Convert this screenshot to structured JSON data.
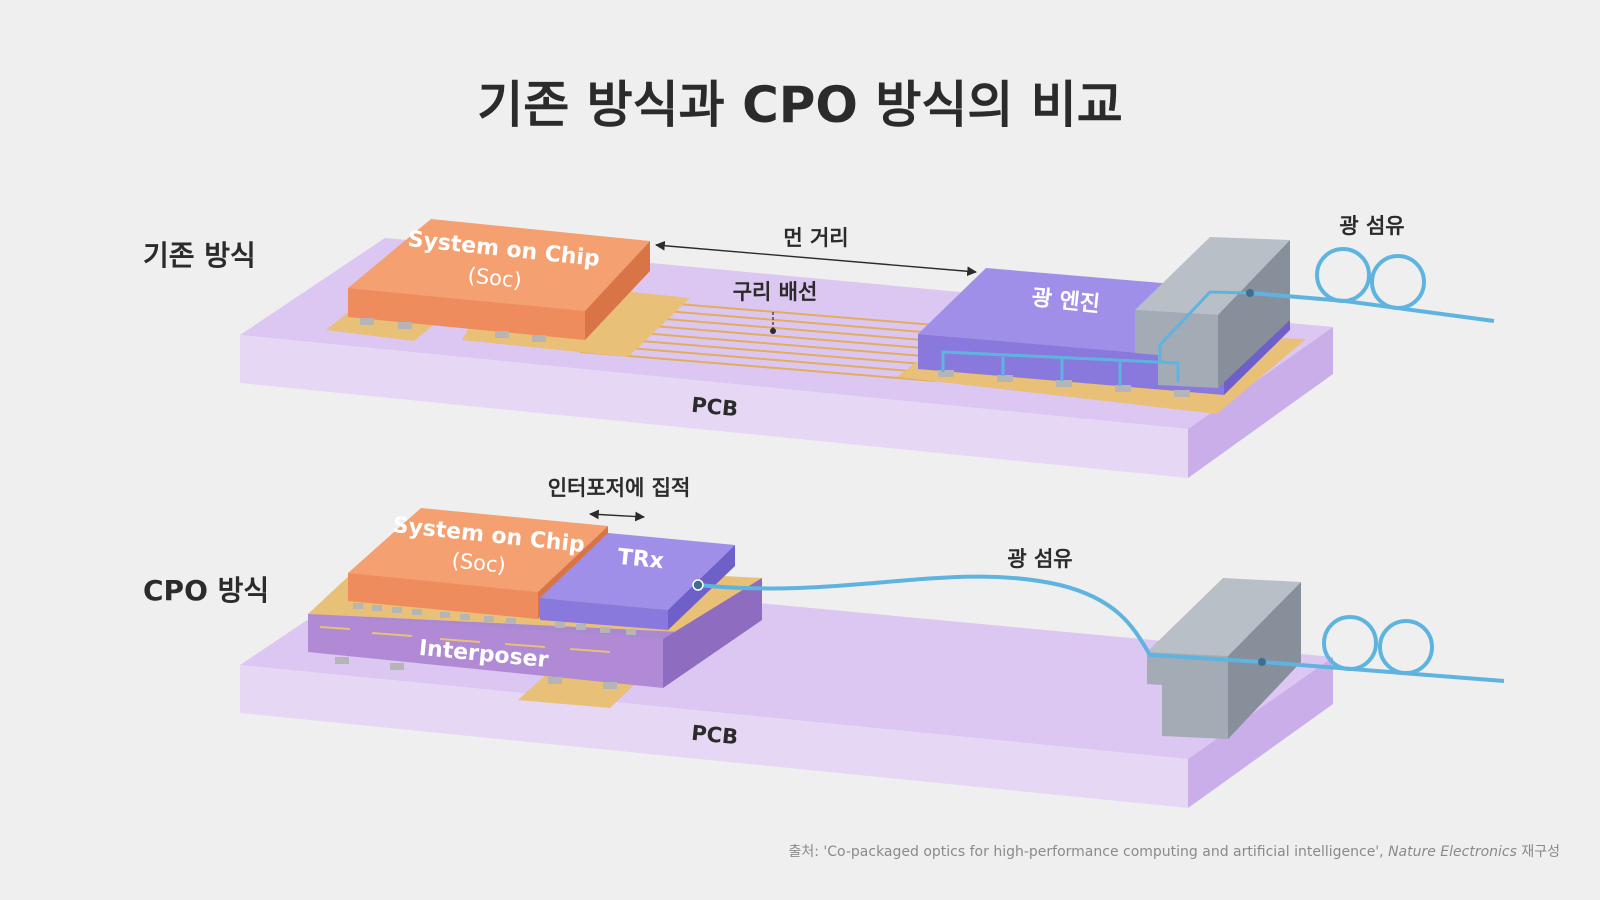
{
  "title": "기존 방식과 CPO 방식의 비교",
  "conventional": {
    "section_label": "기존 방식",
    "soc_line1": "System on Chip",
    "soc_line2": "(Soc)",
    "distance_label": "먼 거리",
    "copper_label": "구리 배선",
    "optical_engine_label": "광 엔진",
    "fiber_label": "광 섬유",
    "pcb_label": "PCB"
  },
  "cpo": {
    "section_label": "CPO 방식",
    "integration_label": "인터포저에 집적",
    "soc_line1": "System on Chip",
    "soc_line2": "(Soc)",
    "trx_label": "TRx",
    "fiber_label": "광 섬유",
    "interposer_label": "Interposer",
    "pcb_label": "PCB"
  },
  "source": {
    "prefix": "출처: 'Co-packaged optics for high-performance computing and artificial intelligence',",
    "journal": "Nature Electronics",
    "suffix": "재구성"
  },
  "colors": {
    "pcb_top": "#dcc6f2",
    "soc": "#f2956a",
    "optical_engine": "#9585e6",
    "interposer": "#b08ad4",
    "pads": "#e8c078",
    "fiber": "#5fb4df",
    "connector": "#9aa2ad"
  }
}
